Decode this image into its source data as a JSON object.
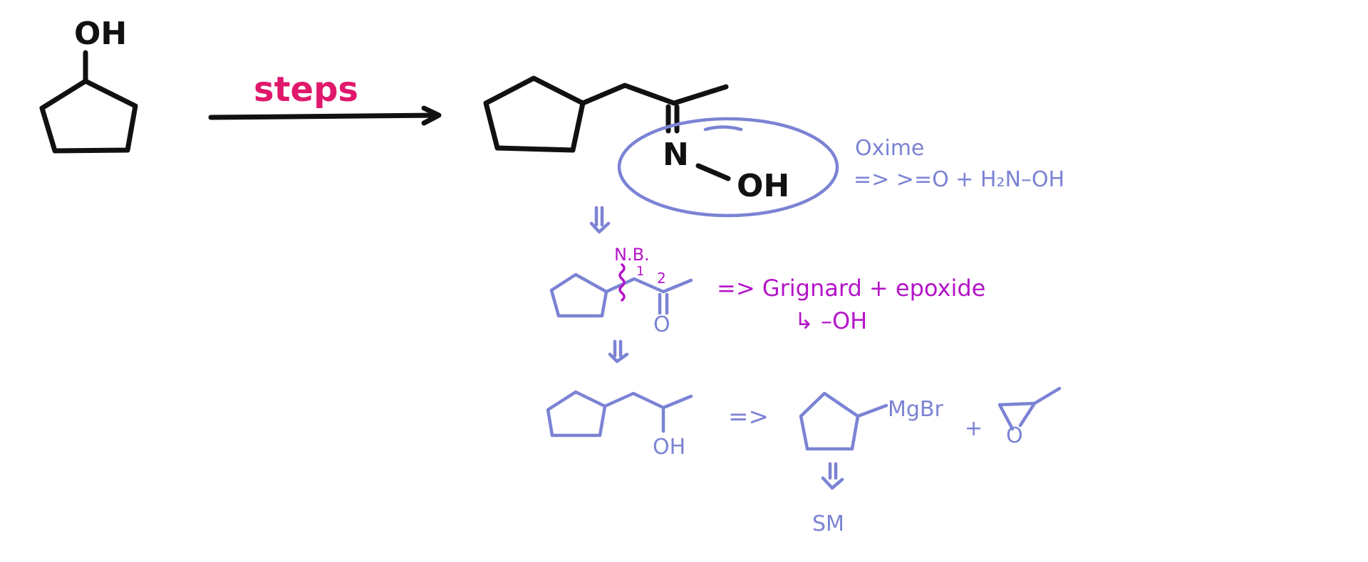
{
  "colors": {
    "ink": "#111111",
    "steps": "#e0186c",
    "analysis": "#7b83d4",
    "note": "#b414c8"
  },
  "start_material": {
    "group": "OH"
  },
  "reaction_arrow": {
    "label": "steps"
  },
  "product": {
    "n_label": "N",
    "oh_label": "OH"
  },
  "oxime_note": {
    "title": "Oxime",
    "disconnection": "=> >=O + H₂N–OH"
  },
  "ketone_step": {
    "nb": "N.B.",
    "c1": "1",
    "c2": "2",
    "o_label": "O",
    "note": "=> Grignard + epoxide",
    "subnote": "↳ –OH"
  },
  "alcohol_step": {
    "oh_label": "OH",
    "implies": "=>",
    "reagent": "MgBr",
    "plus": "+",
    "epoxide_o": "O"
  },
  "final": {
    "label": "SM"
  }
}
